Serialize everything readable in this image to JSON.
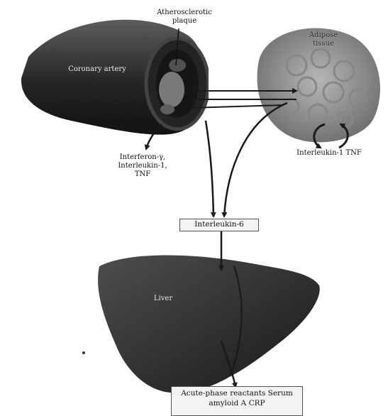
{
  "diagram": {
    "labels": {
      "plaque": "Atherosclerotic plaque",
      "artery": "Coronary artery",
      "adipose": "Adipose tissue",
      "plaque_cytokines": "Interferon-γ, Interleukin-1, TNF",
      "adipose_cytokines": "Interleukin-1 TNF",
      "interleukin6": "Interleukin-6",
      "liver": "Liver",
      "acute_phase": "Acute-phase reactants Serum amyloid A CRP"
    },
    "colors": {
      "ink": "#111111",
      "arrow": "#1a1a1a",
      "artery_dark": "#2e2e2e",
      "adipose_light": "#b8b8b8",
      "liver_dark": "#3a3a3a"
    }
  }
}
